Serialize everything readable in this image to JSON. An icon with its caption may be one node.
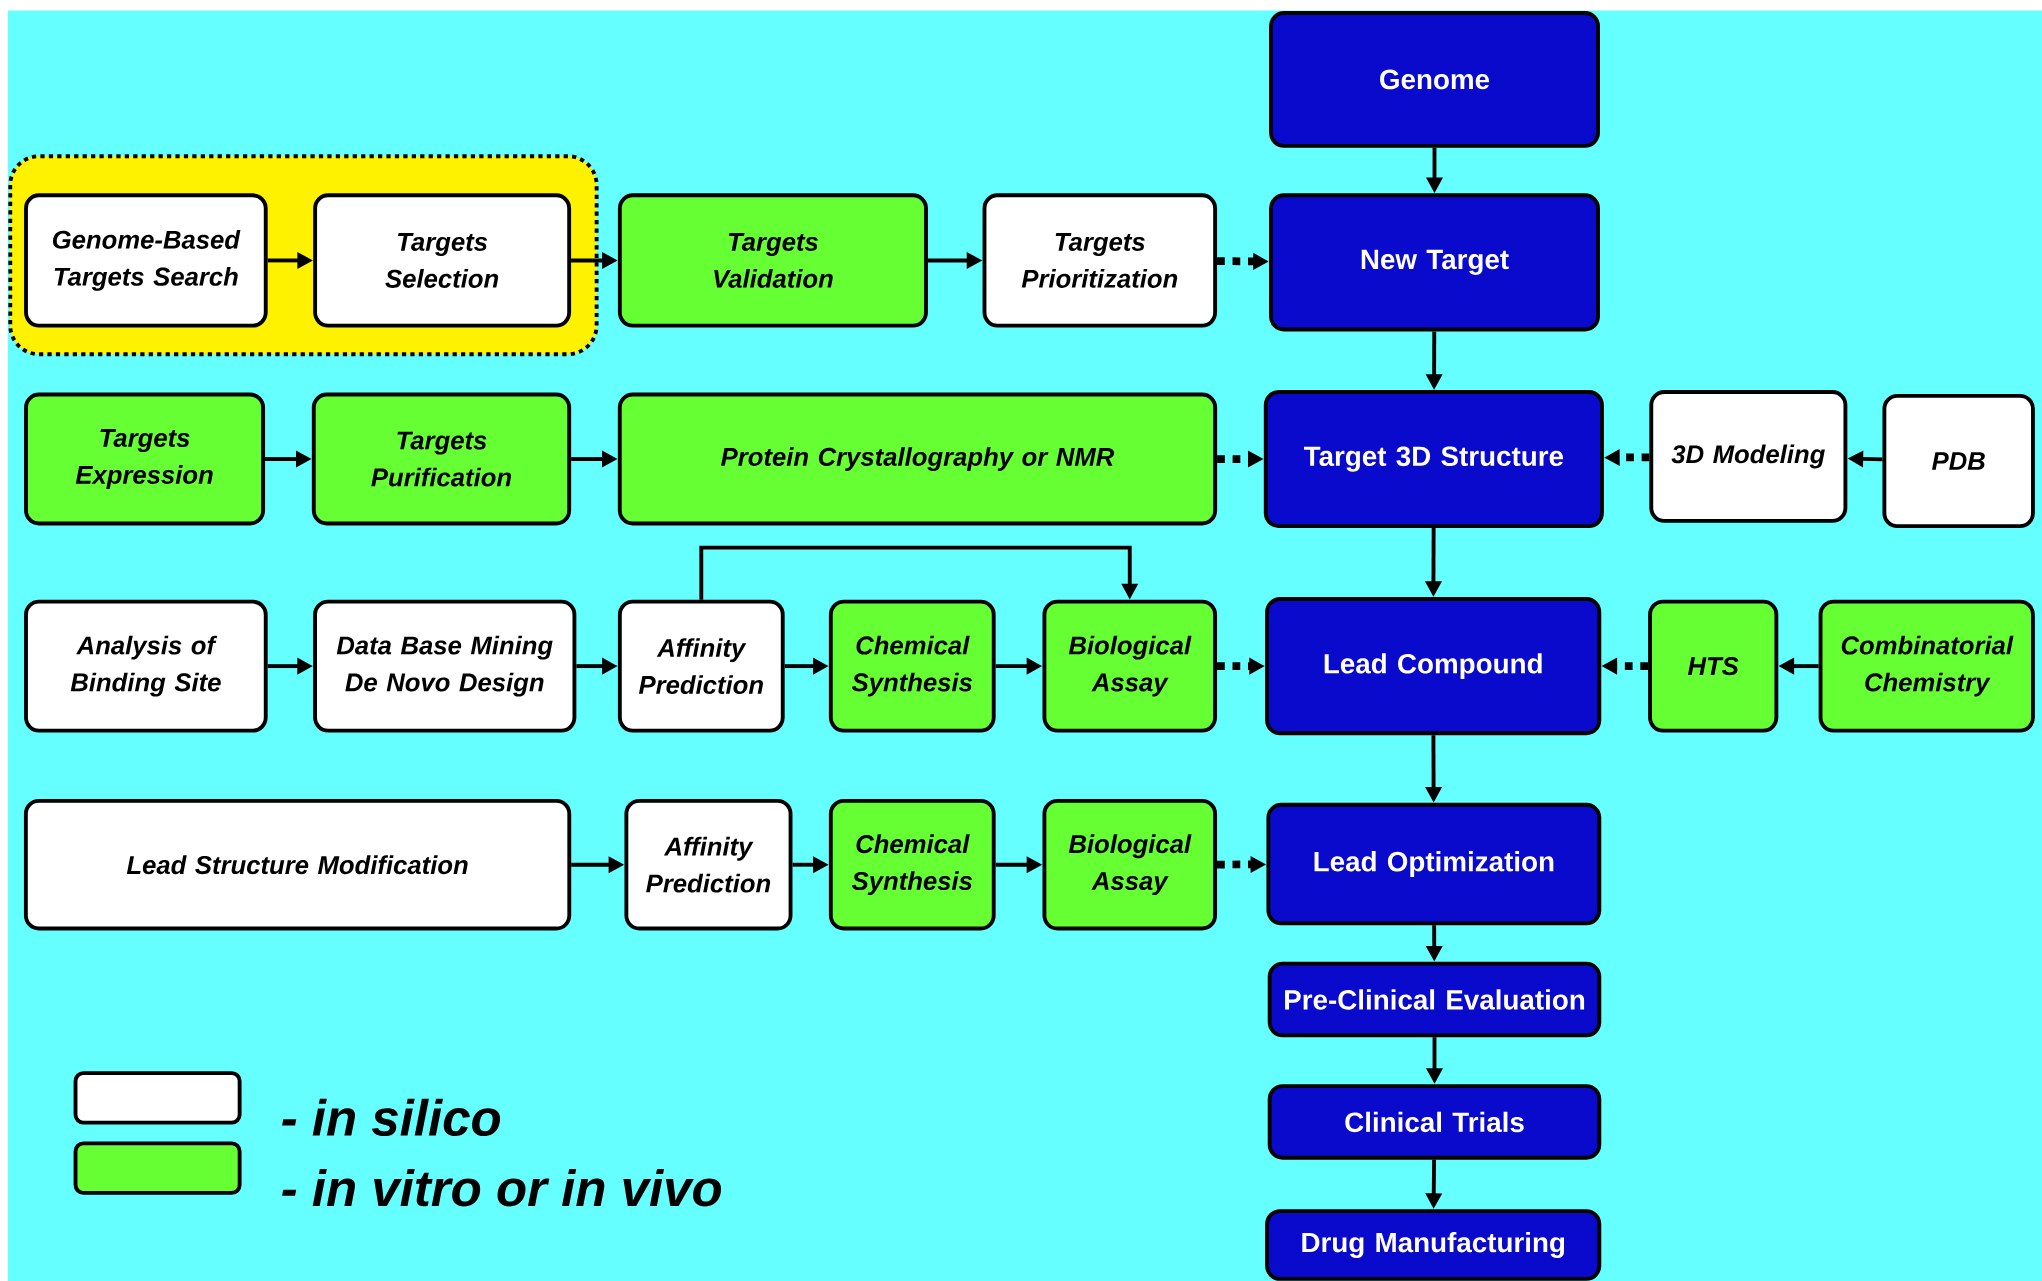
{
  "diagram": {
    "nodes": [
      {
        "text": [
          "Genome"
        ]
      },
      {
        "text": [],
        "shape": "box"
      },
      {
        "text": [
          "Genome-Based Targets Search"
        ],
        "in": 1
      },
      {
        "text": [
          "Targets Selection"
        ],
        "in": 1
      },
      {
        "text": [
          "Targets Validation"
        ]
      },
      {
        "text": [
          "Targets Prioritization"
        ]
      },
      {
        "text": [
          "New Target"
        ]
      },
      {
        "text": [
          "Targets Expression"
        ]
      },
      {
        "text": [
          "Targets Purification"
        ]
      },
      {
        "text": [
          "Protein Crystallography or NMR"
        ]
      },
      {
        "text": [
          "Target 3D Structure"
        ]
      },
      {
        "text": [
          "3D Modeling"
        ]
      },
      {
        "text": [
          "PDB"
        ]
      },
      {
        "text": [
          "Analysis of Binding Site"
        ]
      },
      {
        "text": [
          "Data Base Mining De Novo Design"
        ]
      },
      {
        "text": [
          "Affinity Prediction"
        ]
      },
      {
        "text": [
          "Chemical Synthesis"
        ]
      },
      {
        "text": [
          "Biological Assay"
        ]
      },
      {
        "text": [
          "Lead Compound"
        ]
      },
      {
        "text": [
          "HTS"
        ]
      },
      {
        "text": [
          "Combinatorial Chemistry"
        ]
      },
      {
        "text": [
          "Lead Structure Modification"
        ]
      },
      {
        "text": [
          "Affinity Prediction"
        ]
      },
      {
        "text": [
          "Chemical Synthesis"
        ]
      },
      {
        "text": [
          "Biological Assay"
        ]
      },
      {
        "text": [
          "Lead Optimization"
        ]
      },
      {
        "text": [
          "Pre-Clinical Evaluation"
        ]
      },
      {
        "text": [
          "Clinical Trials"
        ]
      },
      {
        "text": [
          "Drug Manufacturing"
        ]
      }
    ],
    "edges": [
      {
        "from": 0,
        "to": 6,
        "arrow": "to"
      },
      {
        "from": 2,
        "to": 3,
        "arrow": "to"
      },
      {
        "from": 3,
        "to": 4,
        "arrow": "to"
      },
      {
        "from": 4,
        "to": 5,
        "arrow": "to"
      },
      {
        "from": 5,
        "to": 6,
        "arrow": "to",
        "style": "dashed"
      },
      {
        "from": 6,
        "to": 10,
        "arrow": "to"
      },
      {
        "from": 7,
        "to": 8,
        "arrow": "to"
      },
      {
        "from": 8,
        "to": 9,
        "arrow": "to"
      },
      {
        "from": 9,
        "to": 10,
        "arrow": "to",
        "style": "dashed"
      },
      {
        "from": 11,
        "to": 10,
        "arrow": "to",
        "style": "dashed"
      },
      {
        "from": 12,
        "to": 11,
        "arrow": "to"
      },
      {
        "from": 10,
        "to": 18,
        "arrow": "to"
      },
      {
        "from": 13,
        "to": 14,
        "arrow": "to"
      },
      {
        "from": 14,
        "to": 15,
        "arrow": "to"
      },
      {
        "from": 15,
        "to": 16,
        "arrow": "to"
      },
      {
        "from": 16,
        "to": 17,
        "arrow": "to"
      },
      {
        "from": 15,
        "to": 17,
        "arrow": "to"
      },
      {
        "from": 17,
        "to": 18,
        "arrow": "to",
        "style": "dashed"
      },
      {
        "from": 19,
        "to": 18,
        "arrow": "to",
        "style": "dashed"
      },
      {
        "from": 20,
        "to": 19,
        "arrow": "to"
      },
      {
        "from": 18,
        "to": 25,
        "arrow": "to"
      },
      {
        "from": 21,
        "to": 22,
        "arrow": "to"
      },
      {
        "from": 22,
        "to": 23,
        "arrow": "to"
      },
      {
        "from": 23,
        "to": 24,
        "arrow": "to"
      },
      {
        "from": 24,
        "to": 25,
        "arrow": "to",
        "style": "dashed"
      },
      {
        "from": 25,
        "to": 26,
        "arrow": "to"
      },
      {
        "from": 26,
        "to": 27,
        "arrow": "to"
      },
      {
        "from": 27,
        "to": 28,
        "arrow": "to"
      }
    ],
    "legend": [
      {
        "text": "-  in silico",
        "color": "#ffffff"
      },
      {
        "text": "- in vitro or in vivo",
        "color": "#66ff33"
      }
    ]
  }
}
